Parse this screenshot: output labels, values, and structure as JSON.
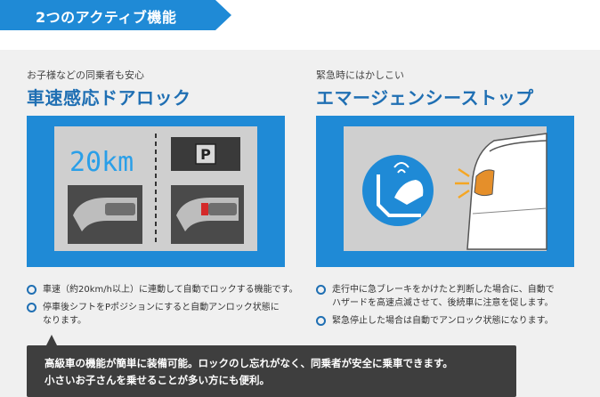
{
  "header": {
    "title": "2つのアクティブ機能"
  },
  "features": [
    {
      "subtitle": "お子様などの同乗者も安心",
      "title": "車速感応ドアロック",
      "speed_display": "20km",
      "gear_label": "P",
      "bullets": [
        "車速（約20km/h以上）に連動して自動でロックする機能です。",
        "停車後シフトをPポジションにすると自動アンロック状態に",
        "なります。"
      ]
    },
    {
      "subtitle": "緊急時にはかしこい",
      "title": "エマージェンシーストップ",
      "bullets": [
        "走行中に急ブレーキをかけたと判断した場合に、自動で",
        "ハザードを高速点滅させて、後続車に注意を促します。",
        "緊急停止した場合は自動でアンロック状態になります。"
      ]
    }
  ],
  "note": {
    "line1": "高級車の機能が簡単に装備可能。ロックのし忘れがなく、同乗者が安全に乗車できます。",
    "line2": "小さいお子さんを乗せることが多い方にも便利。"
  },
  "colors": {
    "accent": "#1f8ad6",
    "title_blue": "#1f6fb3",
    "note_bg": "#3e3e3e",
    "hazard": "#f5a623"
  }
}
